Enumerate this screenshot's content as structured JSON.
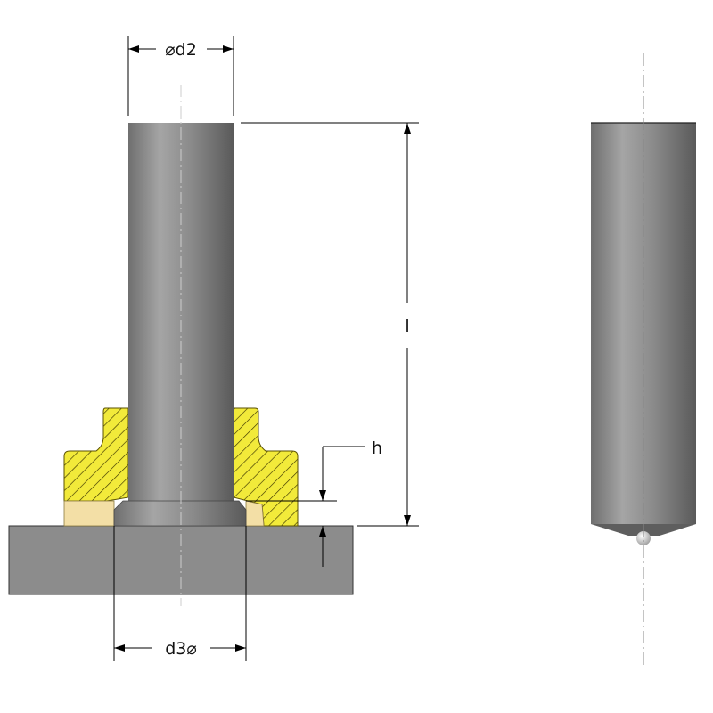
{
  "labels": {
    "d2": "⌀d2",
    "l": "l",
    "h": "h",
    "d3": "d3⌀"
  },
  "colors": {
    "steel": "#8a8a8a",
    "bushing": "#f2ea3a",
    "bushing_light": "#f3dfa6",
    "plate": "#8c8c8c"
  }
}
